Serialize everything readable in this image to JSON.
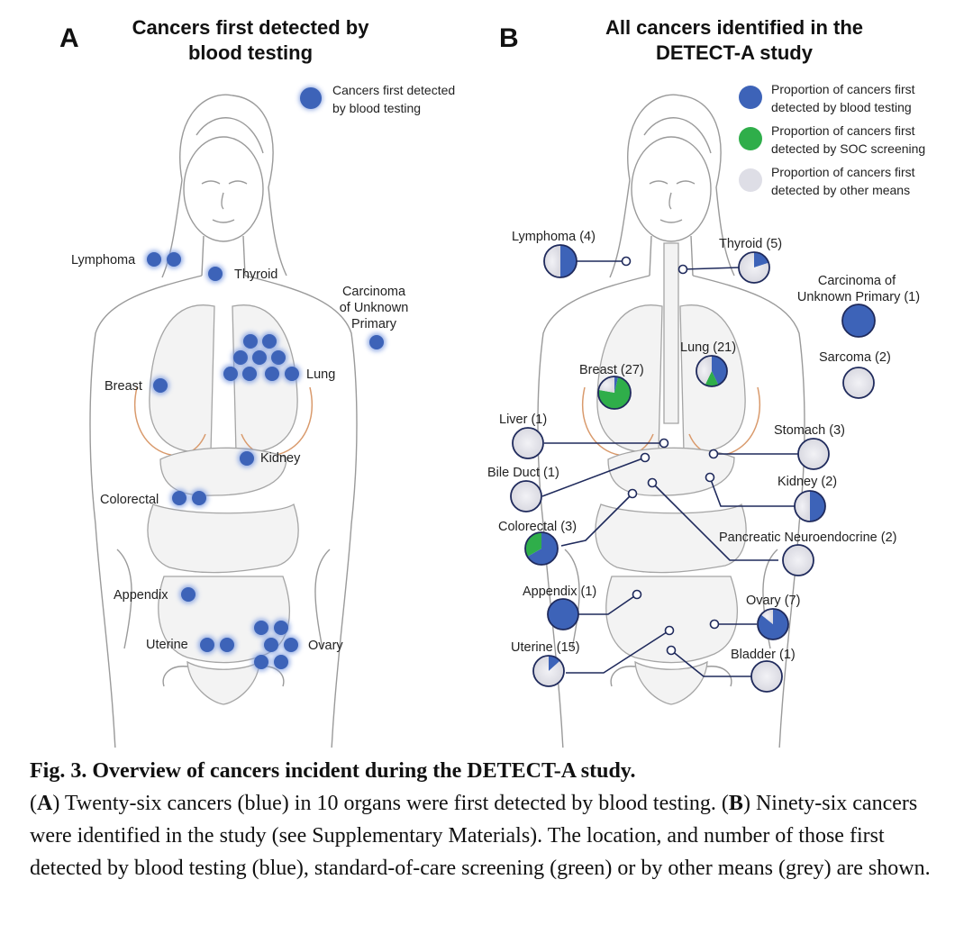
{
  "panelA": {
    "letter": "A",
    "title_line1": "Cancers first detected by",
    "title_line2": "blood testing",
    "legend": {
      "line1": "Cancers first detected",
      "line2": "by blood testing"
    },
    "labels": {
      "lymphoma": "Lymphoma",
      "thyroid": "Thyroid",
      "cup1": "Carcinoma",
      "cup2": "of Unknown",
      "cup3": "Primary",
      "breast": "Breast",
      "lung": "Lung",
      "kidney": "Kidney",
      "colorectal": "Colorectal",
      "appendix": "Appendix",
      "uterine": "Uterine",
      "ovary": "Ovary"
    },
    "dot_counts": {
      "lymphoma": 2,
      "thyroid": 1,
      "cup": 1,
      "breast": 1,
      "lung": 9,
      "kidney": 1,
      "colorectal": 2,
      "appendix": 1,
      "uterine": 2,
      "ovary": 6
    }
  },
  "panelB": {
    "letter": "B",
    "title_line1": "All cancers identified in the",
    "title_line2": "DETECT-A study",
    "legend": [
      {
        "line1": "Proportion of cancers first",
        "line2": "detected by blood testing",
        "color": "#3d63b8"
      },
      {
        "line1": "Proportion of cancers first",
        "line2": "detected by SOC screening",
        "color": "#2fae4a"
      },
      {
        "line1": "Proportion of cancers first",
        "line2": "detected by other means",
        "color": "#dedee6"
      }
    ],
    "labels": {
      "lymphoma": "Lymphoma (4)",
      "thyroid": "Thyroid (5)",
      "cup1": "Carcinoma of",
      "cup2": "Unknown Primary (1)",
      "lung": "Lung (21)",
      "breast": "Breast (27)",
      "sarcoma": "Sarcoma (2)",
      "liver": "Liver (1)",
      "stomach": "Stomach (3)",
      "bileduct": "Bile Duct (1)",
      "kidney": "Kidney (2)",
      "colorectal": "Colorectal (3)",
      "pancreatic": "Pancreatic Neuroendocrine (2)",
      "appendix": "Appendix (1)",
      "ovary": "Ovary (7)",
      "uterine": "Uterine (15)",
      "bladder": "Bladder (1)"
    },
    "proportions": {
      "lymphoma": {
        "blue": 2,
        "green": 0,
        "grey": 2
      },
      "thyroid": {
        "blue": 1,
        "green": 0,
        "grey": 4
      },
      "cup": {
        "blue": 1,
        "green": 0,
        "grey": 0
      },
      "lung": {
        "blue": 9,
        "green": 3,
        "grey": 9
      },
      "breast": {
        "blue": 1,
        "green": 20,
        "grey": 6
      },
      "sarcoma": {
        "blue": 0,
        "green": 0,
        "grey": 2
      },
      "liver": {
        "blue": 0,
        "green": 0,
        "grey": 1
      },
      "stomach": {
        "blue": 0,
        "green": 0,
        "grey": 3
      },
      "bileduct": {
        "blue": 0,
        "green": 0,
        "grey": 1
      },
      "kidney": {
        "blue": 1,
        "green": 0,
        "grey": 1
      },
      "colorectal": {
        "blue": 2,
        "green": 1,
        "grey": 0
      },
      "pancreatic": {
        "blue": 0,
        "green": 0,
        "grey": 2
      },
      "appendix": {
        "blue": 1,
        "green": 0,
        "grey": 0
      },
      "ovary": {
        "blue": 6,
        "green": 0,
        "grey": 1
      },
      "uterine": {
        "blue": 2,
        "green": 0,
        "grey": 13
      },
      "bladder": {
        "blue": 0,
        "green": 0,
        "grey": 1
      }
    }
  },
  "colors": {
    "blood": "#3d63b8",
    "soc": "#2fae4a",
    "other": "#dedee6",
    "leader": "#1f2a5c"
  },
  "caption": {
    "title": "Fig. 3. Overview of cancers incident during the DETECT-A study.",
    "a_letter": "A",
    "a_text": " Twenty-six cancers (blue) in 10 organs were first detected by blood testing. ",
    "b_letter": "B",
    "b_text": " Ninety-six cancers were identified in the study (see Supplementary Materials). The location, and number of those first detected by blood testing (blue), standard-of-care screening (green) or by other means (grey) are shown."
  }
}
